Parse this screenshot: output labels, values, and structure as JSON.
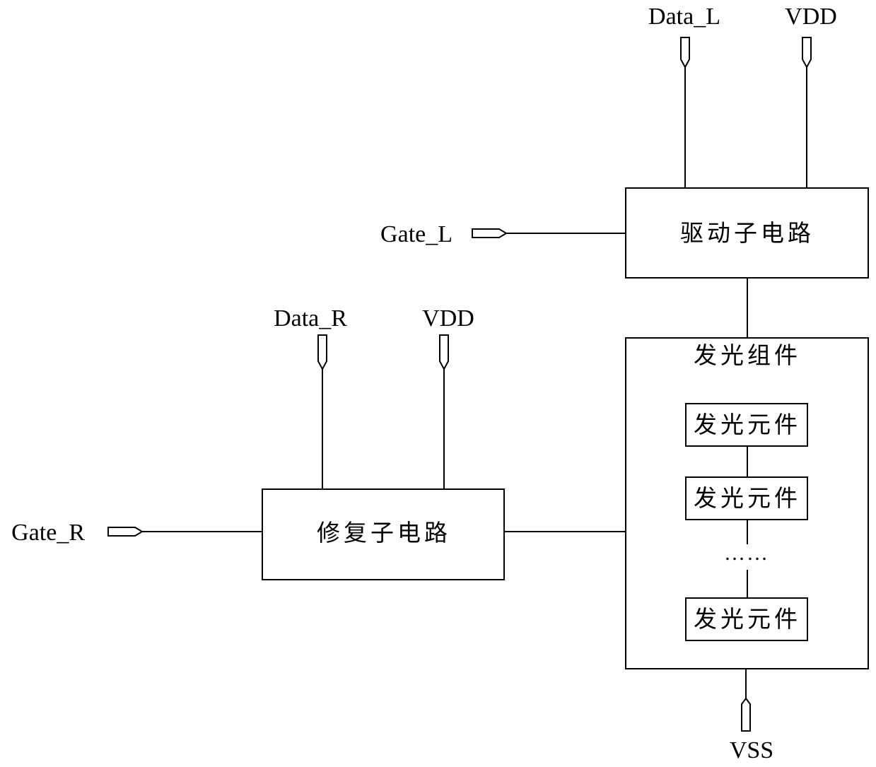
{
  "terminals": {
    "data_l": "Data_L",
    "vdd_top": "VDD",
    "gate_l": "Gate_L",
    "data_r": "Data_R",
    "vdd_mid": "VDD",
    "gate_r": "Gate_R",
    "vss": "VSS"
  },
  "blocks": {
    "drive_subcircuit": "驱动子电路",
    "repair_subcircuit": "修复子电路",
    "light_emitting_assembly": "发光组件",
    "light_emitting_elements": [
      "发光元件",
      "发光元件",
      "发光元件"
    ],
    "ellipsis": "……"
  }
}
